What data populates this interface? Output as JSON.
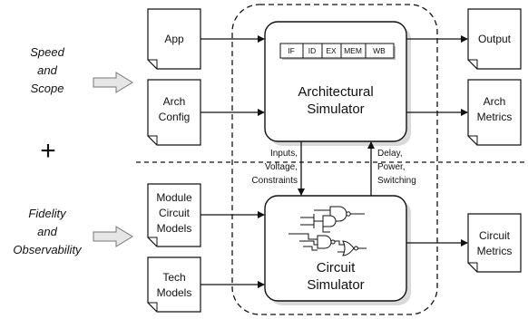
{
  "left_labels": {
    "speed_scope": [
      "Speed",
      "and",
      "Scope"
    ],
    "fidelity_observability": [
      "Fidelity",
      "and",
      "Observability"
    ],
    "plus_sign": "+"
  },
  "inputs": {
    "app": [
      "App"
    ],
    "arch_config": [
      "Arch",
      "Config"
    ],
    "module_circuit_models": [
      "Module",
      "Circuit",
      "Models"
    ],
    "tech_models": [
      "Tech",
      "Models"
    ]
  },
  "outputs": {
    "output": [
      "Output"
    ],
    "arch_metrics": [
      "Arch",
      "Metrics"
    ],
    "circuit_metrics": [
      "Circuit",
      "Metrics"
    ]
  },
  "architectural_simulator": {
    "title": [
      "Architectural",
      "Simulator"
    ],
    "pipeline_stages": [
      "IF",
      "ID",
      "EX",
      "MEM",
      "WB"
    ]
  },
  "circuit_simulator": {
    "title": [
      "Circuit",
      "Simulator"
    ]
  },
  "signals": {
    "down": [
      "Inputs,",
      "Voltage,",
      "Constraints"
    ],
    "up": [
      "Delay,",
      "Power,",
      "Switching"
    ]
  }
}
